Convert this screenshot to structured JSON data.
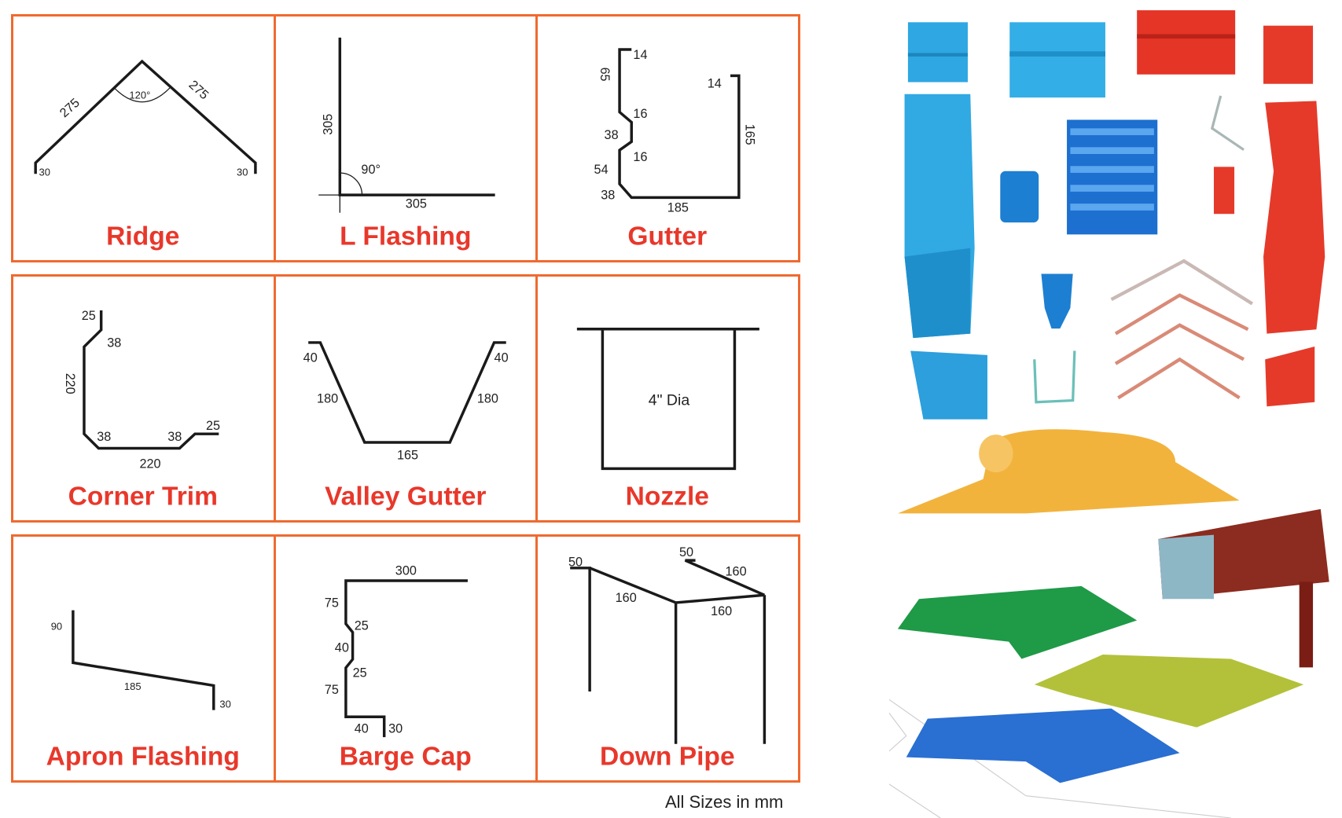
{
  "profiles": [
    {
      "title": "Ridge",
      "dims": {
        "side_left": "275",
        "side_right": "275",
        "angle": "120°",
        "lip_left": "30",
        "lip_right": "30"
      }
    },
    {
      "title": "L Flashing",
      "dims": {
        "vertical": "305",
        "horizontal": "305",
        "angle": "90°"
      }
    },
    {
      "title": "Gutter",
      "dims": {
        "top_lip": "14",
        "upper": "65",
        "step1": "16",
        "mid": "38",
        "step2": "16",
        "lower": "54",
        "corner": "38",
        "base": "185",
        "right_lip": "14",
        "right": "165"
      }
    },
    {
      "title": "Corner Trim",
      "dims": {
        "top": "25",
        "top_diag": "38",
        "vertical": "220",
        "bottom_diag_left": "38",
        "bottom_diag_right": "38",
        "end": "25",
        "base": "220"
      }
    },
    {
      "title": "Valley Gutter",
      "dims": {
        "lip_left": "40",
        "side_left": "180",
        "base": "165",
        "side_right": "180",
        "lip_right": "40"
      }
    },
    {
      "title": "Nozzle",
      "dims": {
        "diameter": "4\" Dia"
      }
    },
    {
      "title": "Apron Flashing",
      "dims": {
        "vertical": "90",
        "slope": "185",
        "drop": "30"
      }
    },
    {
      "title": "Barge Cap",
      "dims": {
        "top": "300",
        "upper": "75",
        "step1": "25",
        "mid": "40",
        "step2": "25",
        "lower": "75",
        "foot": "40",
        "drip": "30"
      }
    },
    {
      "title": "Down Pipe",
      "dims": {
        "lip_left": "50",
        "side_left": "160",
        "lip_right": "50",
        "side_back": "160",
        "front": "160"
      }
    }
  ],
  "footer_note": "All Sizes in mm",
  "colors": {
    "border": "#ef6a30",
    "title": "#e8382b"
  }
}
